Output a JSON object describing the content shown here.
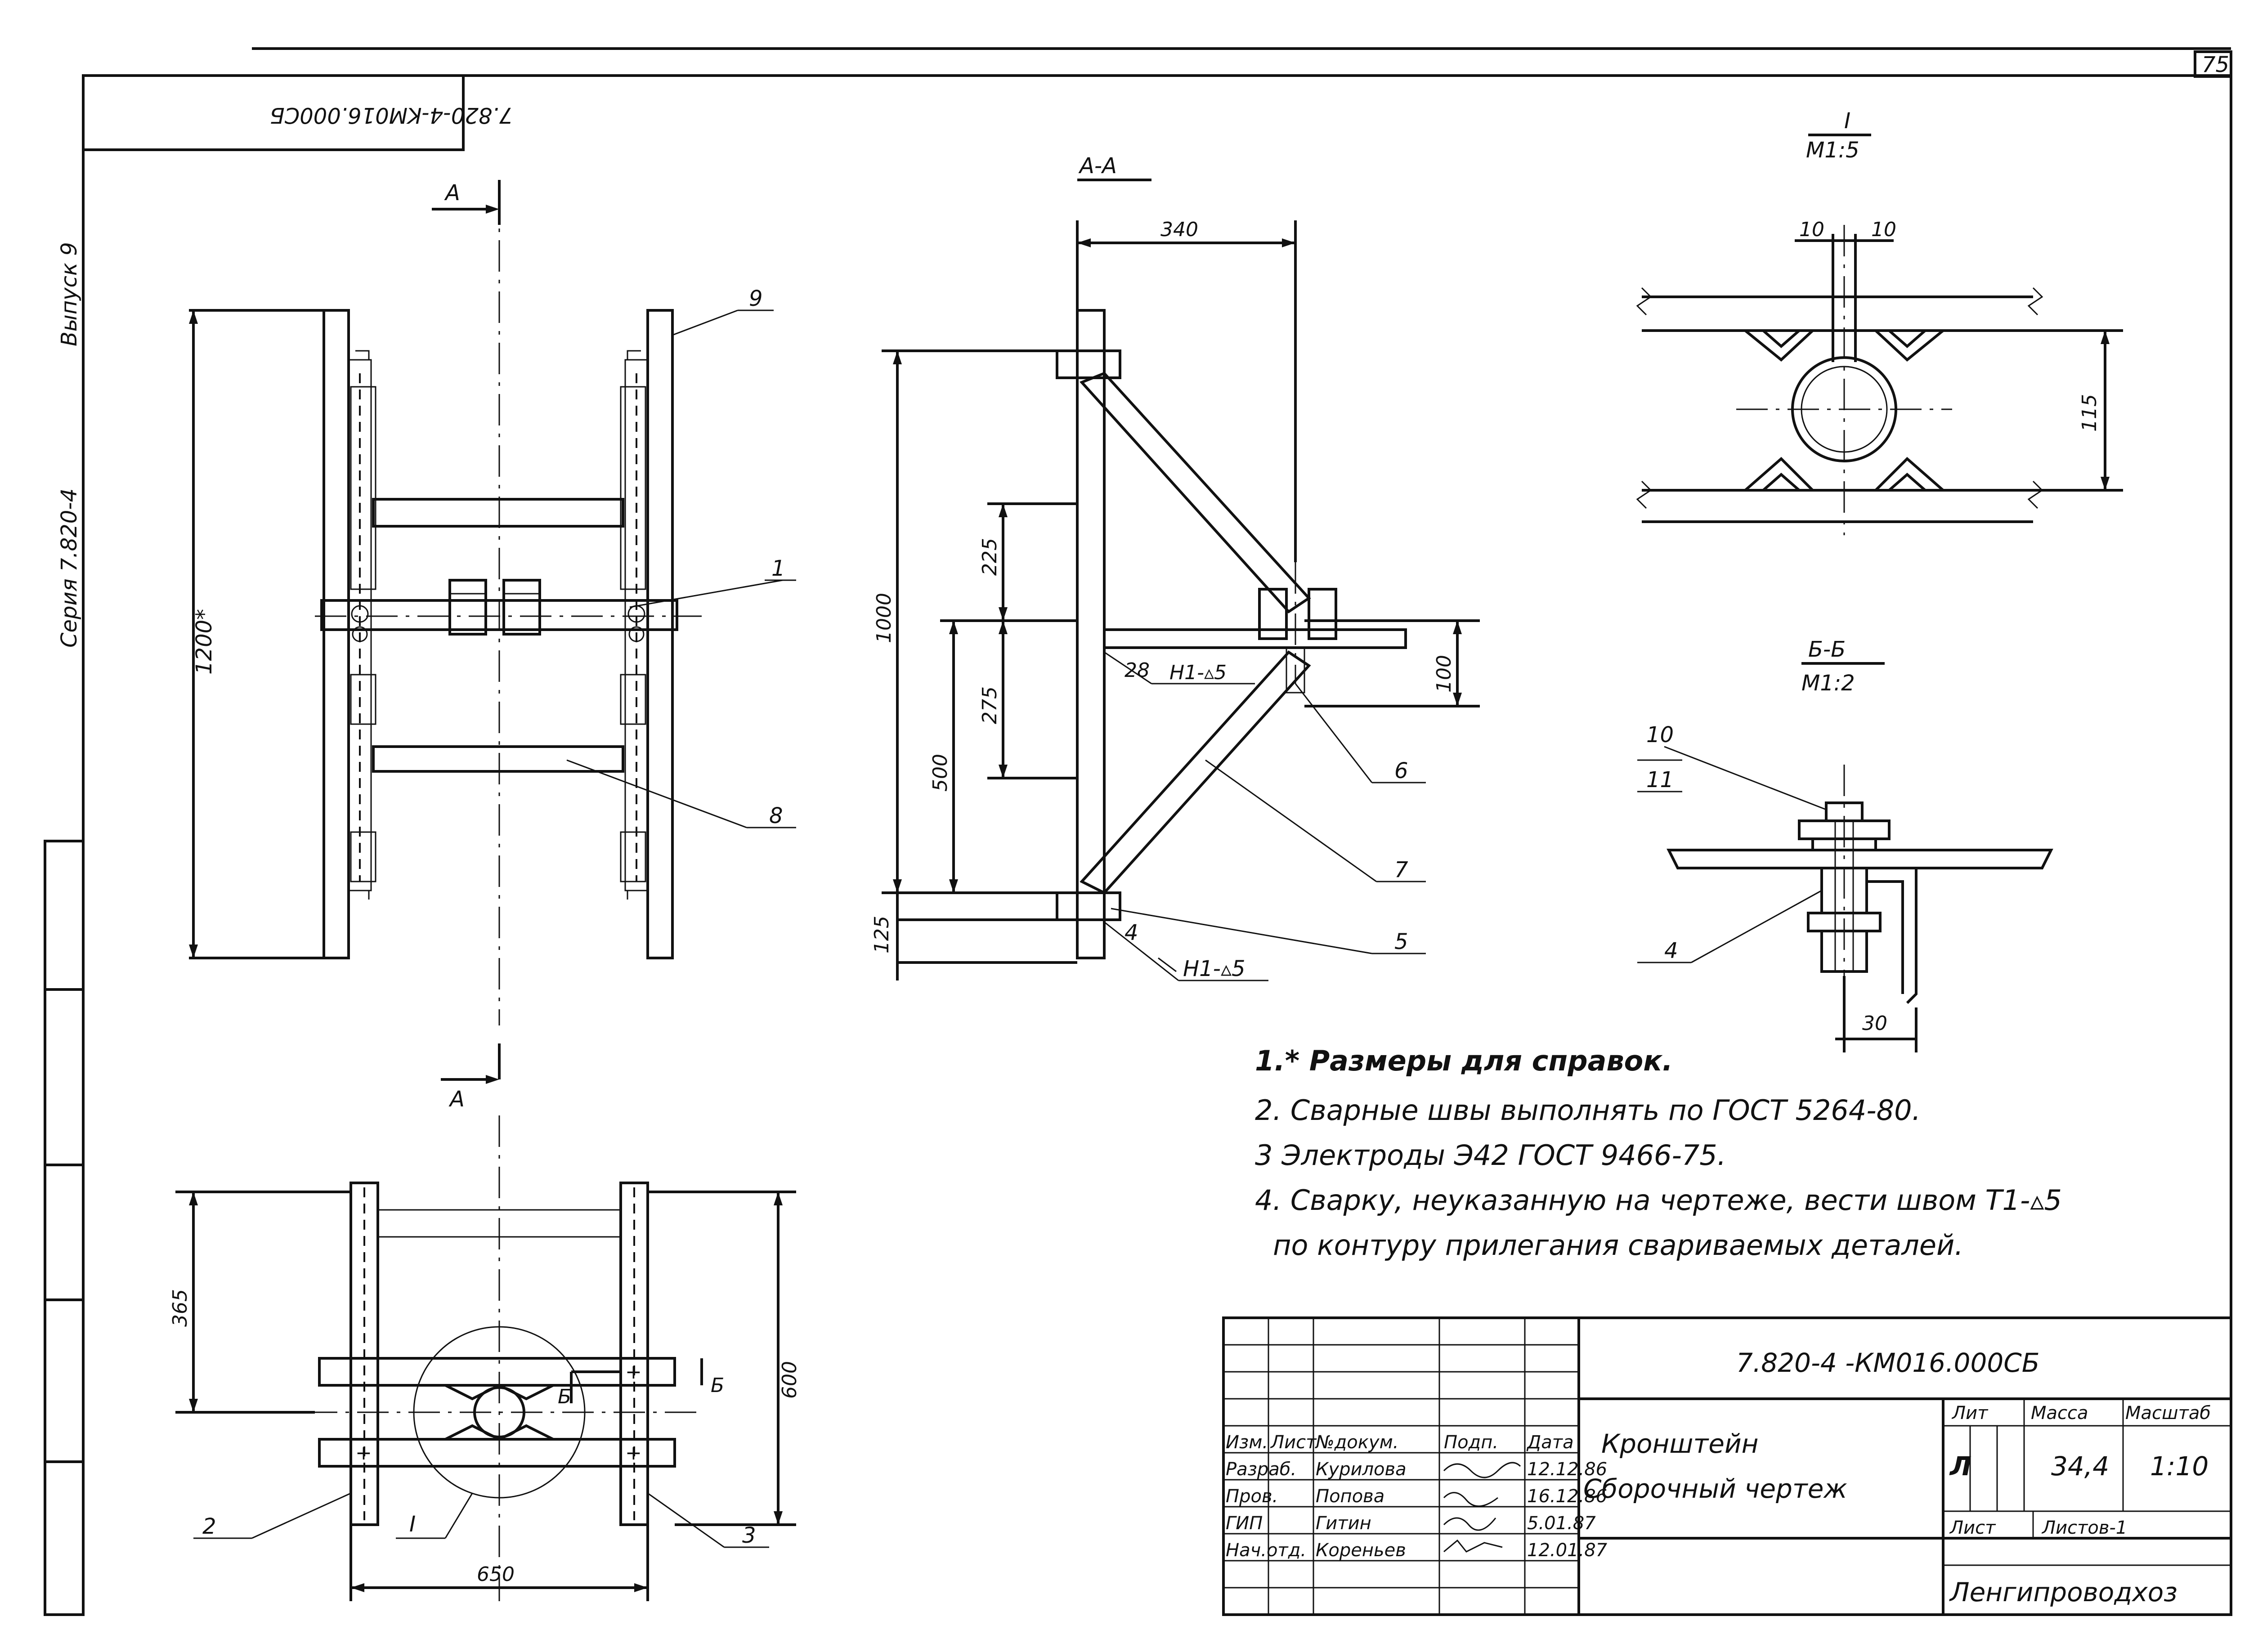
{
  "sheet": {
    "page_number": "75",
    "code_rotated": "7.820-4-KM016.000CБ",
    "series": "Серия 7.820-4",
    "issue": "Выпуск 9"
  },
  "views": {
    "section_AA_label": "А-А",
    "cut_marker": "А",
    "detail_I_label": "I",
    "detail_I_scale": "М1:5",
    "section_BB_label": "Б-Б",
    "section_BB_scale": "М1:2",
    "cut_marker_B": "Б"
  },
  "dimensions": {
    "front_height": "1200*",
    "aa_width": "340",
    "aa_height": "1000",
    "aa_225": "225",
    "aa_275": "275",
    "aa_500": "500",
    "aa_100": "100",
    "aa_125": "125",
    "weld_28": "28",
    "weld_h1": "Н1-▵5",
    "weld_h1b": "Н1-▵5",
    "detail_10a": "10",
    "detail_10b": "10",
    "detail_115": "115",
    "bb_30": "30",
    "plan_365": "365",
    "plan_600": "600",
    "plan_650": "650"
  },
  "callouts": {
    "c1": "1",
    "c2": "2",
    "c3": "3",
    "c4": "4",
    "c4b": "4",
    "c5": "5",
    "c6": "6",
    "c7": "7",
    "c8": "8",
    "c9": "9",
    "c10": "10",
    "c11": "11",
    "ci": "I"
  },
  "notes": [
    "1.* Размеры для справок.",
    "2. Сварные швы выполнять по ГОСТ 5264-80.",
    "3 Электроды Э42 ГОСТ 9466-75.",
    "4. Сварку, неуказанную на чертеже, вести швом Т1-▵5",
    "по контуру прилегания свариваемых деталей."
  ],
  "title_block": {
    "doc_code": "7.820-4 -КМ016.000СБ",
    "headers": {
      "izm": "Изм.",
      "list": "Лист",
      "doc": "№докум.",
      "sign": "Подп.",
      "date": "Дата"
    },
    "rows": [
      {
        "role": "Разраб.",
        "name": "Курилова",
        "date": "12.12.86"
      },
      {
        "role": "Пров.",
        "name": "Попова",
        "date": "16.12.86"
      },
      {
        "role": "ГИП",
        "name": "Гитин",
        "date": "5.01.87"
      },
      {
        "role": "Нач.отд.",
        "name": "Кореньев",
        "date": "12.01.87"
      }
    ],
    "title_line1": "Кронштейн",
    "title_line2": "Сборочный чертеж",
    "lit_header": "Лит",
    "mass_header": "Масса",
    "scale_header": "Масштаб",
    "lit_value": "Л",
    "mass_value": "34,4",
    "scale_value": "1:10",
    "sheet_label": "Лист",
    "sheets_label": "Листов-1",
    "organization": "Ленгипроводхоз"
  }
}
